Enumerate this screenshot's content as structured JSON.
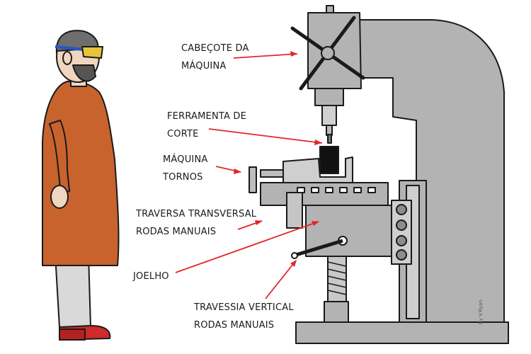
{
  "labels": {
    "head": [
      "CABEÇOTE DA",
      "MÁQUINA"
    ],
    "cutter": [
      "FERRAMENTA DE",
      "CORTE"
    ],
    "vice": [
      "MÁQUINA",
      "TORNOS"
    ],
    "cross": [
      "TRAVERSA TRANSVERSAL",
      "RODAS MANUAIS"
    ],
    "knee": [
      "JOELHO"
    ],
    "vertical": [
      "TRAVESSIA VERTICAL",
      "RODAS MANUAIS"
    ]
  },
  "credit": "By V.Ryan",
  "colors": {
    "machine_body": "#b3b3b3",
    "machine_dark": "#8c8c8c",
    "outline": "#1a1a1a",
    "arrow": "#e3262b",
    "coat": "#c8632e",
    "trousers": "#d9d9d9",
    "shoe": "#d12a2a",
    "goggles": "#e9c43a",
    "workpiece": "#111111"
  }
}
